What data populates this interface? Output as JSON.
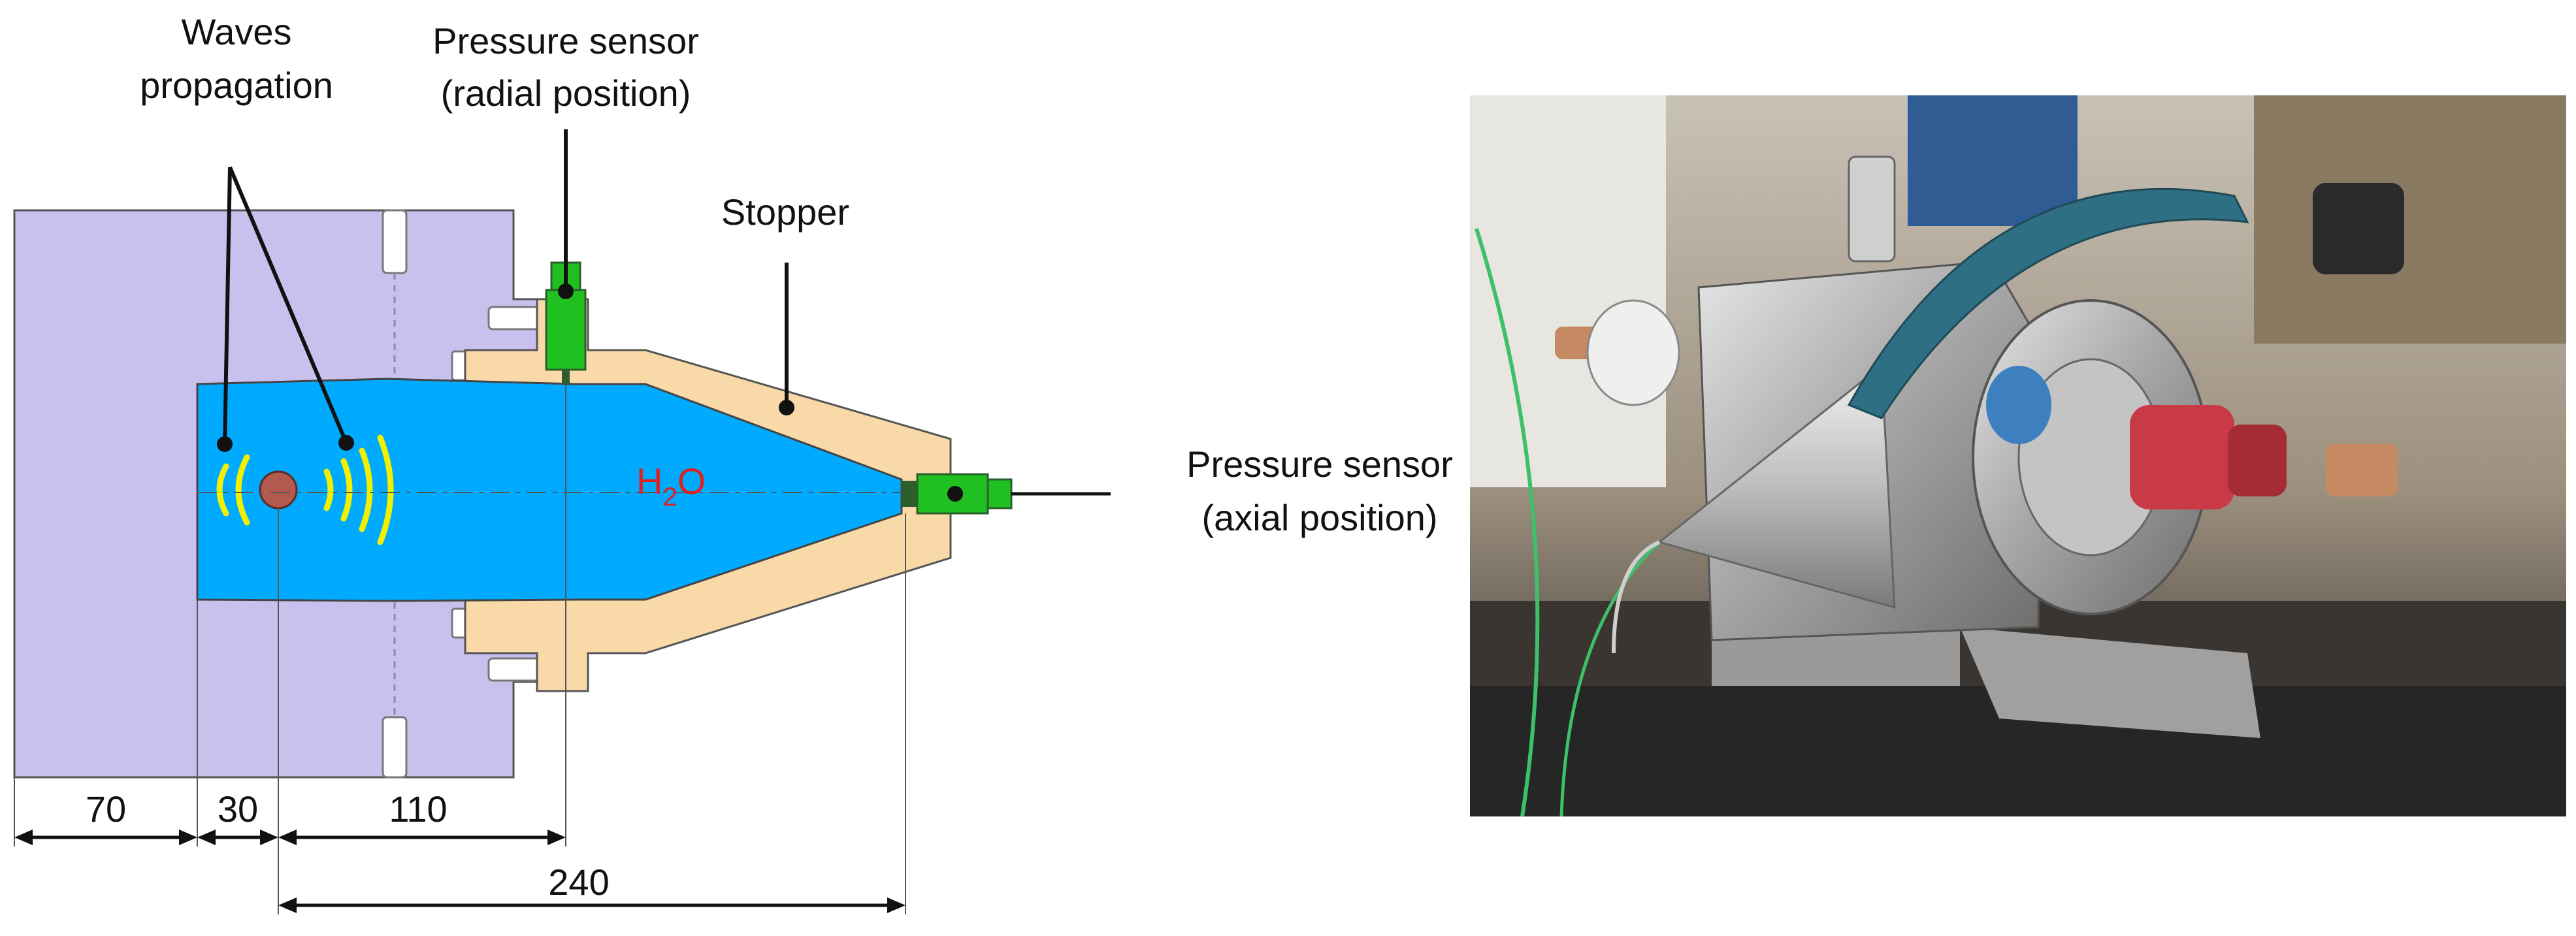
{
  "labels": {
    "waves_line1": "Waves",
    "waves_line2": "propagation",
    "radial_line1": "Pressure sensor",
    "radial_line2": "(radial position)",
    "stopper": "Stopper",
    "axial_line1": "Pressure sensor",
    "axial_line2": "(axial position)",
    "water_main": "H",
    "water_sub": "2",
    "water_end": "O"
  },
  "dimensions": {
    "d1": "70",
    "d2": "30",
    "d3": "110",
    "d4": "240"
  },
  "colors": {
    "block": "#c9c0ee",
    "water": "#00aaff",
    "stopper": "#f9d9a8",
    "sensor": "#1fc01f",
    "waves": "#f0f000",
    "source": "#b25a4f",
    "label_red": "#e0201f"
  }
}
